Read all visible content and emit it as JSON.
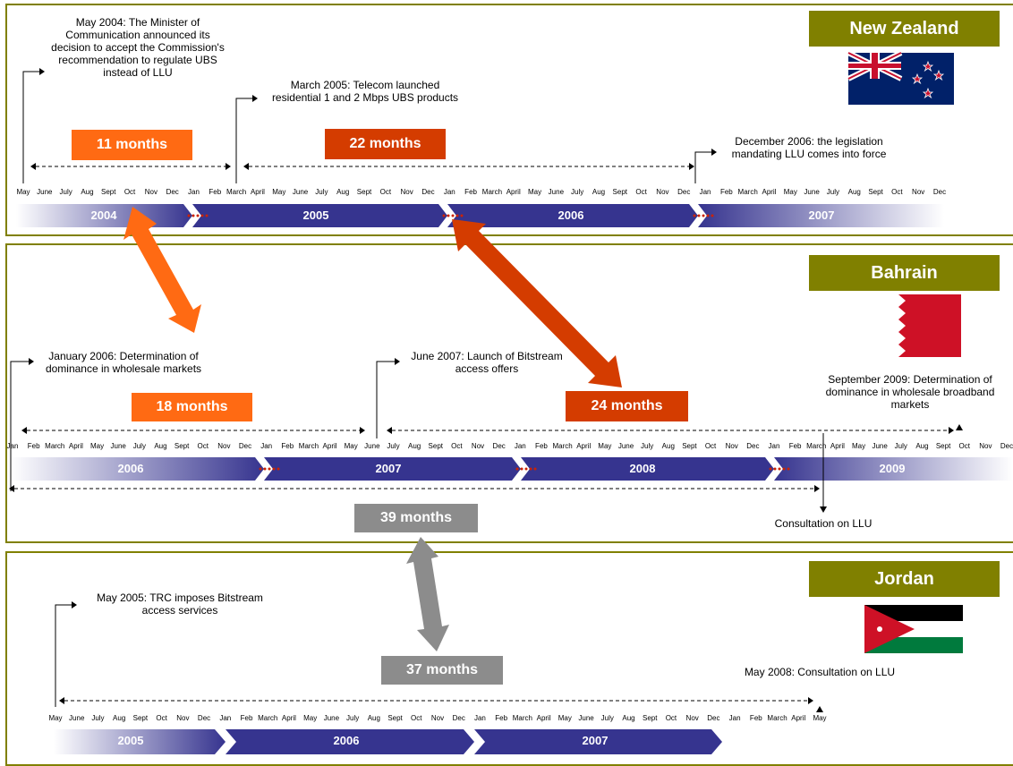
{
  "colors": {
    "olive": "#808000",
    "bar_blue": "#36348f",
    "orange": "#ff6a13",
    "dark_orange": "#d43c00",
    "grey": "#8c8c8c"
  },
  "new_zealand": {
    "title": "New Zealand",
    "flag": "new-zealand-flag",
    "events": [
      "May 2004: The Minister of Communication announced its decision to accept the Commission's recommendation to regulate UBS instead of LLU",
      "March 2005: Telecom launched residential 1 and 2 Mbps UBS products",
      "December 2006: the legislation mandating LLU comes into force"
    ],
    "durations": [
      "11 months",
      "22 months"
    ],
    "months": [
      "May",
      "June",
      "July",
      "Aug",
      "Sept",
      "Oct",
      "Nov",
      "Dec",
      "Jan",
      "Feb",
      "March",
      "April",
      "May",
      "June",
      "July",
      "Aug",
      "Sept",
      "Oct",
      "Nov",
      "Dec",
      "Jan",
      "Feb",
      "March",
      "April",
      "May",
      "June",
      "July",
      "Aug",
      "Sept",
      "Oct",
      "Nov",
      "Dec",
      "Jan",
      "Feb",
      "March",
      "April",
      "May",
      "June",
      "July",
      "Aug",
      "Sept",
      "Oct",
      "Nov",
      "Dec"
    ],
    "years": [
      "2004",
      "2005",
      "2006",
      "2007"
    ]
  },
  "bahrain": {
    "title": "Bahrain",
    "flag": "bahrain-flag",
    "events": [
      "January 2006: Determination of dominance in wholesale markets",
      "June 2007: Launch of Bitstream access offers",
      "September 2009: Determination of dominance in wholesale broadband markets",
      "Consultation on LLU"
    ],
    "durations": [
      "18 months",
      "24 months",
      "39 months"
    ],
    "months": [
      "Jan",
      "Feb",
      "March",
      "April",
      "May",
      "June",
      "July",
      "Aug",
      "Sept",
      "Oct",
      "Nov",
      "Dec",
      "Jan",
      "Feb",
      "March",
      "April",
      "May",
      "June",
      "July",
      "Aug",
      "Sept",
      "Oct",
      "Nov",
      "Dec",
      "Jan",
      "Feb",
      "March",
      "April",
      "May",
      "June",
      "July",
      "Aug",
      "Sept",
      "Oct",
      "Nov",
      "Dec",
      "Jan",
      "Feb",
      "March",
      "April",
      "May",
      "June",
      "July",
      "Aug",
      "Sept",
      "Oct",
      "Nov",
      "Dec"
    ],
    "years": [
      "2006",
      "2007",
      "2008",
      "2009"
    ]
  },
  "jordan": {
    "title": "Jordan",
    "flag": "jordan-flag",
    "events": [
      "May 2005: TRC imposes Bitstream access services",
      "May 2008: Consultation on LLU"
    ],
    "durations": [
      "37 months"
    ],
    "months": [
      "May",
      "June",
      "July",
      "Aug",
      "Sept",
      "Oct",
      "Nov",
      "Dec",
      "Jan",
      "Feb",
      "March",
      "April",
      "May",
      "June",
      "July",
      "Aug",
      "Sept",
      "Oct",
      "Nov",
      "Dec",
      "Jan",
      "Feb",
      "March",
      "April",
      "May",
      "June",
      "July",
      "Aug",
      "Sept",
      "Oct",
      "Nov",
      "Dec",
      "Jan",
      "Feb",
      "March",
      "April",
      "May"
    ],
    "years": [
      "2005",
      "2006",
      "2007"
    ]
  }
}
